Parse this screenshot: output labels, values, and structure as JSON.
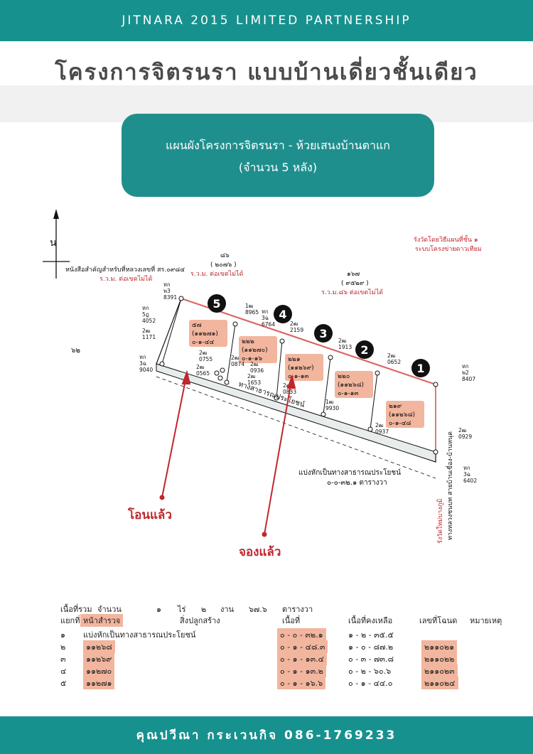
{
  "header": {
    "company": "JITNARA 2015 LIMITED PARTNERSHIP"
  },
  "title": "โครงการจิตรนรา แบบบ้านเดี่ยวชั้นเดียว",
  "plan_box": {
    "line1": "แผนผังโครงการจิตรนรา - ห้วยเสนงบ้านตาแก",
    "line2": "(จำนวน 5 หลัง)"
  },
  "map": {
    "north": "น",
    "note_left_1": "หนังสือสำคัญสำหรับที่หลวงเลขที่ สร.๐๙๘๔",
    "note_left_2": "ร.ว.ม. ต่อเขตไม่ได้",
    "note_top_mid_1": "๘๖",
    "note_top_mid_2": "( ๒๐๗๖ )",
    "note_top_mid_3": "ร.ว.ม. ต่อเขตไม่ได้",
    "note_top_right_1": "๑๖๗",
    "note_top_right_2": "( ๙๕๒๙ )",
    "note_top_right_3": "ร.ว.ม.๘๖ ต่อเขตไม่ได้",
    "note_corner_1": "รังวัดโดยวิธีแผนที่ชั้น ๑",
    "note_corner_2": "ระบบโครงข่ายดาวเทียม",
    "left_num": "๖๒",
    "road_label": "ทางสาธารณประโยชน์",
    "split_label_1": "แบ่งหักเป็นทางสาธารณประโยชน์",
    "split_label_2": "๐-๐-๓๒.๑ ตารางวา",
    "right_vertical": "ทางหลวงชนบท สายบ้านเขื่อง-บ้านหนุด",
    "right_vertical_red": "รังวัดใหม่บางภูมิ",
    "label_transferred": "โอนแล้ว",
    "label_reserved": "จองแล้ว",
    "pegs": [
      "หก\nพ3\n8391",
      "หก\n5ฎ\n4052",
      "2ฒ\n1171",
      "หก\n3ฉ\n9040",
      "1ฒ\n8965",
      "หก\n3ฉ\n6764",
      "2ฒ\n2159",
      "2ฒ\n1913",
      "2ฒ\n0652",
      "หก\nพ2\n8407",
      "2ฒ\n0755",
      "2ฒ\n0565",
      "2ฒ\n0874",
      "2ฒ\n0936",
      "2ฒ\n1653",
      "2ฒ\n0833",
      "1ฒ\n9930",
      "2ฒ\n0937",
      "2ฒ\n0929",
      "หก\n3ฉ\n6402"
    ],
    "plots": [
      {
        "num": "5",
        "line1": "๕๗",
        "line2": "(๑๑๒๗๑)",
        "line3": "๐-๑-๔๔"
      },
      {
        "num": "4",
        "line1": "๒๒๒",
        "line2": "(๑๑๒๗๐)",
        "line3": "๐-๑-๑๖"
      },
      {
        "num": "3",
        "line1": "๒๒๑",
        "line2": "(๑๑๒๖๙)",
        "line3": "๐-๑-๑๓"
      },
      {
        "num": "2",
        "line1": "๒๒๐",
        "line2": "(๑๑๒๖๘)",
        "line3": "๐-๑-๑๓"
      },
      {
        "num": "1",
        "line1": "๒๑๙",
        "line2": "(๑๑๒๖๘)",
        "line3": "๐-๑-๔๘"
      }
    ]
  },
  "table": {
    "head1": [
      "เนื้อที่รวม",
      "จำนวน",
      "๑",
      "ไร่",
      "๒",
      "งาน",
      "๖๗.๖",
      "ตารางวา"
    ],
    "head2": [
      "แยกที่",
      "หน้าสำรวจ",
      "สิ่งปลูกสร้าง",
      "เนื้อที่",
      "เนื้อที่คงเหลือ",
      "เลขที่โฉนด",
      "หมายเหตุ"
    ],
    "rows": [
      {
        "no": "๑",
        "survey": "แบ่งหักเป็นทางสาธารณประโยชน์",
        "area": "๐ - ๐ - ๓๒.๑",
        "remain": "๑ - ๒ - ๓๕.๕",
        "deed": ""
      },
      {
        "no": "๒",
        "survey": "๑๑๒๖๘",
        "area": "๐ - ๑ - ๔๘.๓",
        "remain": "๑ - ๐ - ๘๗.๒",
        "deed": "๒๑๑๐๒๑"
      },
      {
        "no": "๓",
        "survey": "๑๑๒๖๙",
        "area": "๐ - ๑ - ๑๓.๔",
        "remain": "๐ - ๓ - ๗๓.๘",
        "deed": "๒๑๑๐๒๒"
      },
      {
        "no": "๔",
        "survey": "๑๑๒๗๐",
        "area": "๐ - ๑ - ๑๓.๒",
        "remain": "๐ - ๒ - ๖๐.๖",
        "deed": "๒๑๑๐๒๓"
      },
      {
        "no": "๕",
        "survey": "๑๑๒๗๑",
        "area": "๐ - ๑ - ๑๖.๖",
        "remain": "๐ - ๑ - ๔๔.๐",
        "deed": "๒๑๑๐๒๔"
      }
    ]
  },
  "footer": {
    "contact": "คุณปวีณา กระเวนกิจ 086-1769233"
  },
  "colors": {
    "teal": "#17918e",
    "highlight": "#f2b59e",
    "red": "#c0272d"
  }
}
